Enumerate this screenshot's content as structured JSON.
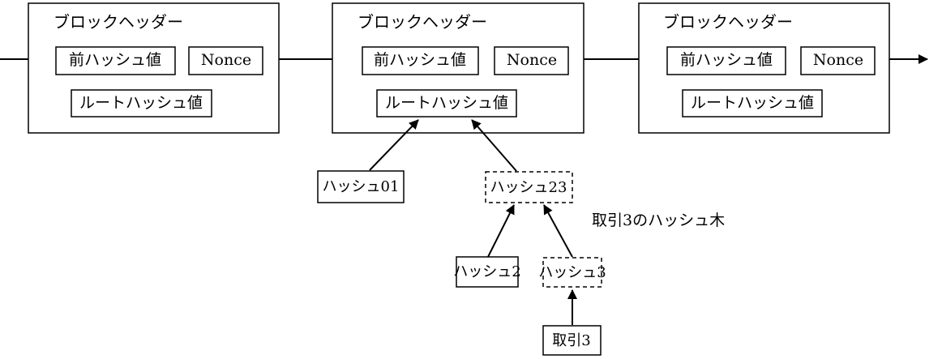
{
  "blocks": [
    {
      "title": "ブロックヘッダー",
      "prev_hash": "前ハッシュ値",
      "nonce": "Nonce",
      "root_hash": "ルートハッシュ値"
    },
    {
      "title": "ブロックヘッダー",
      "prev_hash": "前ハッシュ値",
      "nonce": "Nonce",
      "root_hash": "ルートハッシュ値"
    },
    {
      "title": "ブロックヘッダー",
      "prev_hash": "前ハッシュ値",
      "nonce": "Nonce",
      "root_hash": "ルートハッシュ値"
    }
  ],
  "merkle_tree": {
    "hash01": "ハッシュ01",
    "hash23": "ハッシュ23",
    "hash2": "ハッシュ2",
    "hash3": "ハッシュ3",
    "tx3": "取引3",
    "annotation": "取引3のハッシュ木"
  }
}
